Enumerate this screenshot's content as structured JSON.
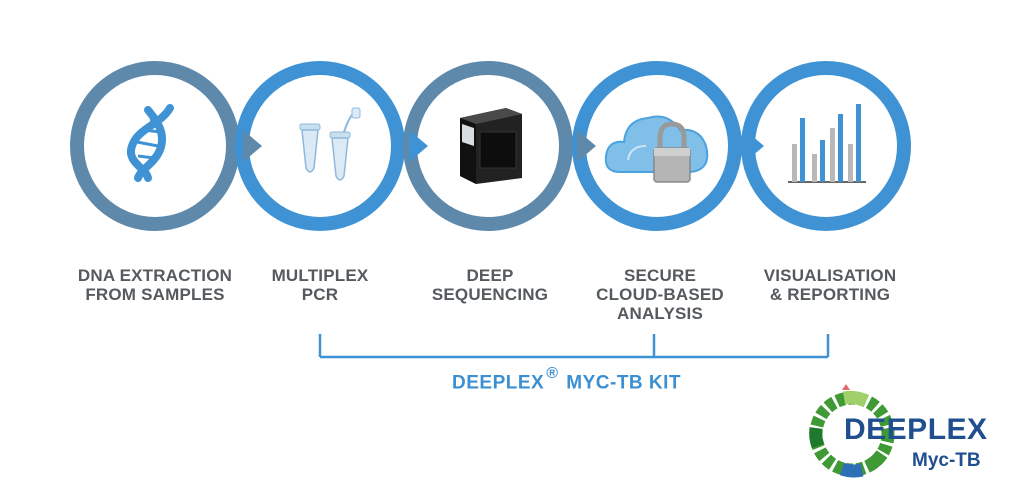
{
  "steps": [
    {
      "lines": [
        "DNA EXTRACTION",
        "FROM SAMPLES"
      ],
      "icon": "dna-icon"
    },
    {
      "lines": [
        "MULTIPLEX",
        "PCR"
      ],
      "icon": "pcr-tubes-icon"
    },
    {
      "lines": [
        "DEEP",
        "SEQUENCING"
      ],
      "icon": "sequencer-icon"
    },
    {
      "lines": [
        "SECURE",
        "CLOUD-BASED",
        "ANALYSIS"
      ],
      "icon": "cloud-lock-icon"
    },
    {
      "lines": [
        "VISUALISATION",
        "& REPORTING"
      ],
      "icon": "bar-chart-icon"
    }
  ],
  "kit": {
    "prefix": "DEEPLEX",
    "mark": "®",
    "suffix": "MYC-TB KIT"
  },
  "logo": {
    "title": "DEEPLEX",
    "subtitle": "Myc-TB"
  },
  "colors": {
    "ring_dark": "#5f89ab",
    "ring_light": "#3f93d4",
    "label_gray": "#555a5e",
    "bracket_blue": "#3f93d4",
    "logo_navy": "#1f4f8e",
    "logo_green": "#3f9a35"
  }
}
